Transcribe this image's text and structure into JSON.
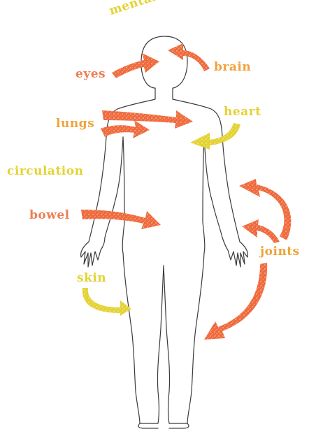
{
  "labels": {
    "mental_health": "mental health",
    "eyes": "eyes",
    "brain": "brain",
    "lungs": "lungs",
    "heart": "heart",
    "circulation": "circulation",
    "bowel": "bowel",
    "joints": "joints",
    "skin": "skin"
  },
  "colors": {
    "orange_red": "#ef6a3c",
    "orange": "#f0a23a",
    "yellow": "#e4d233",
    "outline": "#333333"
  }
}
